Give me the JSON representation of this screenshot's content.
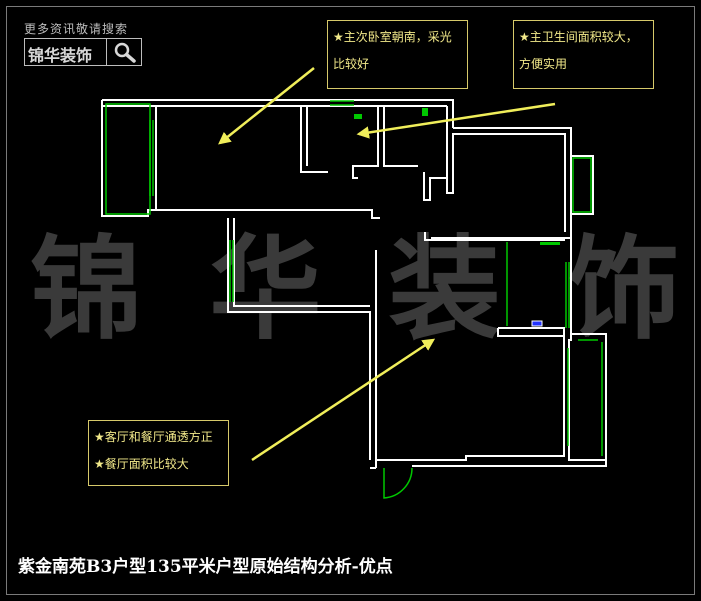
{
  "logo": {
    "tagline": "更多资讯敬请搜索",
    "name": "锦华装饰",
    "icon": "magnifier-icon"
  },
  "watermark": [
    "锦",
    "华",
    "装",
    "饰"
  ],
  "notes": [
    {
      "lines": [
        "★主次卧室朝南，采光",
        "比较好"
      ]
    },
    {
      "lines": [
        "★主卫生间面积较大，",
        "方便实用"
      ]
    },
    {
      "lines": [
        "★客厅和餐厅通透方正",
        "★餐厅面积比较大"
      ]
    }
  ],
  "title": "紫金南苑B3户型135平米户型原始结构分析-优点",
  "colors": {
    "walls": "#ffffff",
    "windows": "#00c800",
    "arrows": "#f0ee5a",
    "note_border": "#d6c96a",
    "watermark": "#3a3a3a"
  }
}
